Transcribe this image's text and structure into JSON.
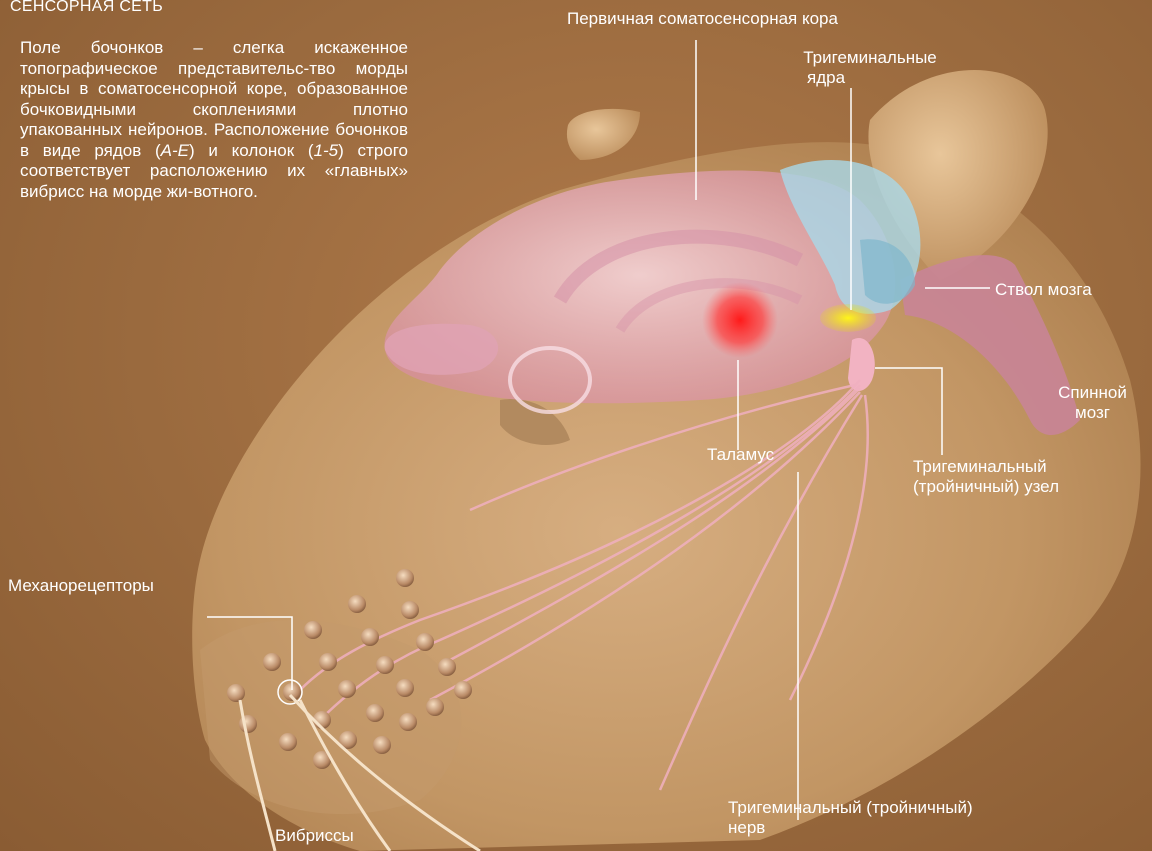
{
  "section_title": "СЕНСОРНАЯ СЕТЬ",
  "intro": {
    "part1": "Поле бочонков – слегка искаженное топографическое представительс-тво морды крысы в соматосенсорной коре, образованное бочковидными скоплениями плотно упакованных нейронов. Расположение бочонков в виде рядов (",
    "rows": "A-E",
    "part2": ") и колонок (",
    "cols": "1-5",
    "part3": ") строго соответствует расположению их «главных» вибрисс на морде жи-вотного."
  },
  "labels": {
    "cortex": "Первичная соматосенсорная кора",
    "trig_nuclei_line1": "Тригеминальные",
    "trig_nuclei_line2": "ядра",
    "brainstem": "Ствол мозга",
    "spinal_line1": "Спинной",
    "spinal_line2": "мозг",
    "thalamus": "Таламус",
    "ganglion_line1": "Тригеминальный",
    "ganglion_line2": "(тройничный) узел",
    "mechanoreceptors": "Механорецепторы",
    "nerve_line1": "Тригеминальный (тройничный)",
    "nerve_line2": "нерв",
    "vibrissae": "Вибриссы"
  },
  "colors": {
    "background": "#9b6a3f",
    "head": "#c9a06e",
    "brain": "#e8b7c4",
    "thalamus_spot": "#ff2a2a",
    "trigeminal_nuclei": "#f5ee1a",
    "brainstem": "#a9d8e8",
    "nerve": "#f0b0c0"
  }
}
